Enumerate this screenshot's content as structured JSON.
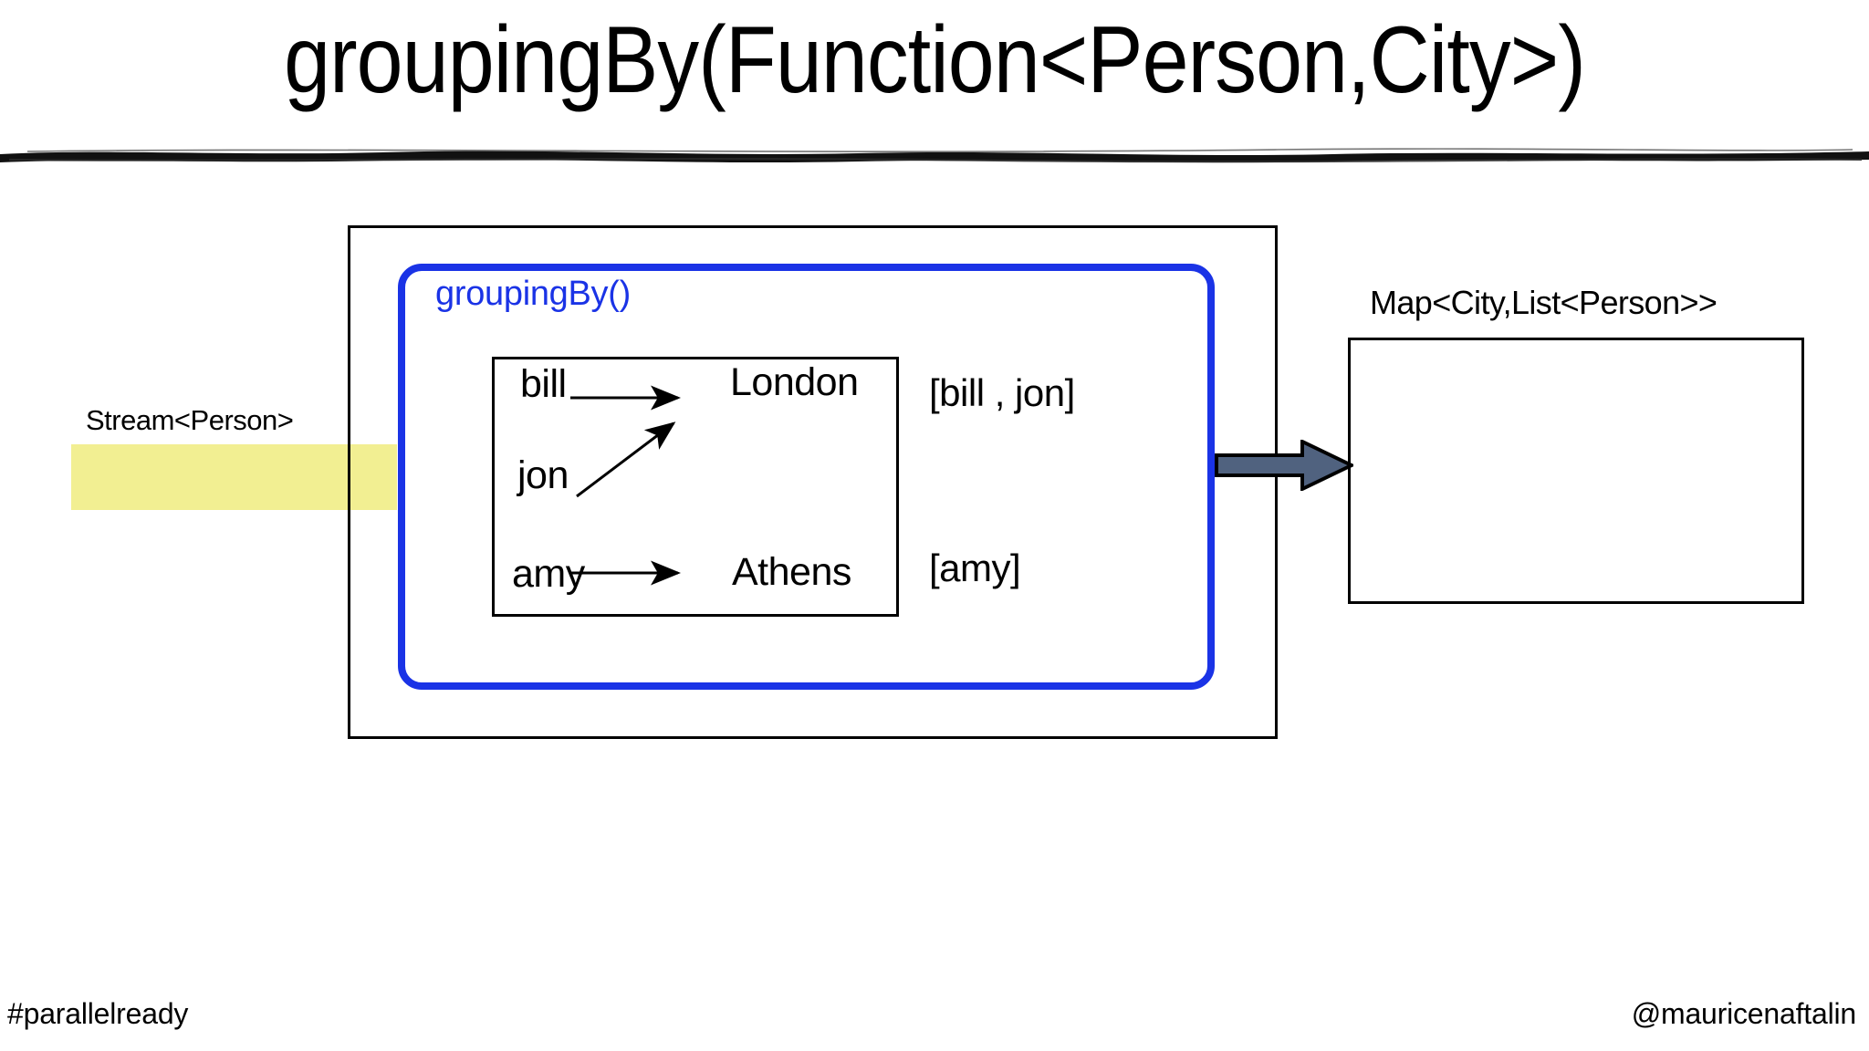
{
  "slide": {
    "title": "groupingBy(Function<Person,City>)",
    "footer_left": "#parallelready",
    "footer_right": "@mauricenaftalin"
  },
  "colors": {
    "stream_highlight": "#F2EF92",
    "grouping_border": "#1A33E6",
    "grouping_label": "#1A33E6",
    "arrow_fill": "#50627F",
    "arrow_stroke": "#000000",
    "box_border": "#000000",
    "text": "#000000"
  },
  "diagram": {
    "input": {
      "label": "Stream<Person>"
    },
    "operation": {
      "label": "groupingBy()"
    },
    "mappings": [
      {
        "person": "bill",
        "city": "London"
      },
      {
        "person": "jon",
        "city": "London"
      },
      {
        "person": "amy",
        "city": "Athens"
      }
    ],
    "people": [
      "bill",
      "jon",
      "amy"
    ],
    "cities": [
      "London",
      "Athens"
    ],
    "groups": [
      {
        "city": "London",
        "list": "[bill , jon]"
      },
      {
        "city": "Athens",
        "list": "[amy]"
      }
    ],
    "output": {
      "label": "Map<City,List<Person>>"
    }
  }
}
